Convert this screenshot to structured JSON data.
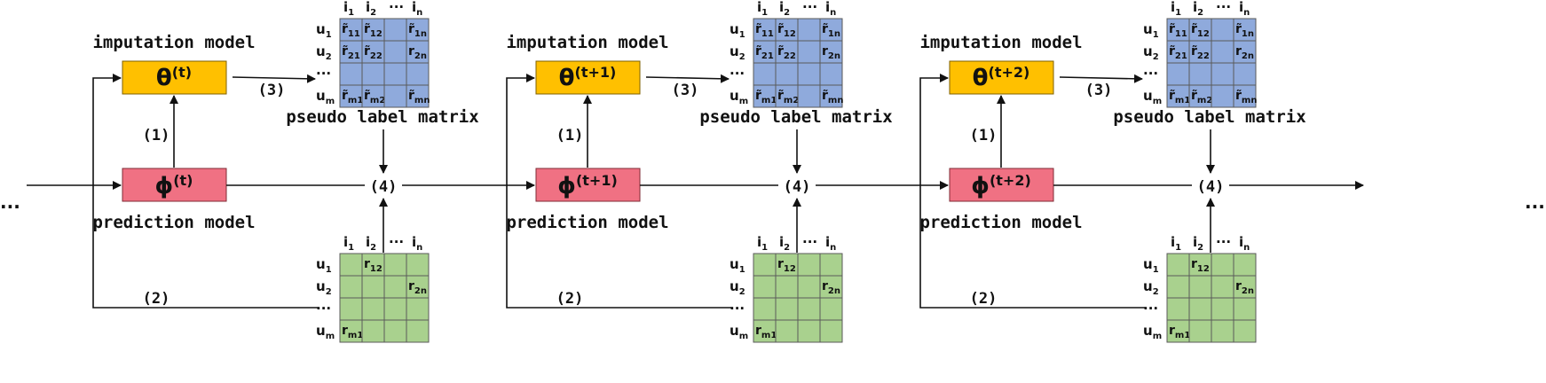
{
  "colors": {
    "imputation_box": "#ffc000",
    "prediction_box": "#f07183",
    "pseudo_matrix": "#8faadc",
    "observed_matrix": "#a9d18e",
    "grid_line": "#5a5a5a"
  },
  "labels": {
    "imputation_model": "imputation model",
    "prediction_model": "prediction model",
    "pseudo_label_matrix": "pseudo label matrix",
    "step1": "(1)",
    "step2": "(2)",
    "step3": "(3)",
    "step4": "(4)",
    "ellipsis": "···"
  },
  "theta_symbol": "θ",
  "phi_symbol": "ϕ",
  "matrix_headers": {
    "cols": [
      {
        "main": "i",
        "sub": "1"
      },
      {
        "main": "i",
        "sub": "2"
      },
      {
        "main": "···",
        "sub": ""
      },
      {
        "main": "i",
        "sub": "n"
      }
    ],
    "rows": [
      {
        "main": "u",
        "sub": "1"
      },
      {
        "main": "u",
        "sub": "2"
      },
      {
        "main": "···",
        "sub": ""
      },
      {
        "main": "u",
        "sub": "m"
      }
    ]
  },
  "pseudo_cells": [
    [
      {
        "main": "r̃",
        "sub": "11"
      },
      {
        "main": "r̃",
        "sub": "12"
      },
      null,
      {
        "main": "r̃",
        "sub": "1n"
      }
    ],
    [
      {
        "main": "r̃",
        "sub": "21"
      },
      {
        "main": "r̃",
        "sub": "22"
      },
      null,
      {
        "main": "r",
        "sub": "2n"
      }
    ],
    [
      null,
      null,
      null,
      null
    ],
    [
      {
        "main": "r̃",
        "sub": "m1"
      },
      {
        "main": "r̃",
        "sub": "m2"
      },
      null,
      {
        "main": "r̃",
        "sub": "mn"
      }
    ]
  ],
  "observed_cells": [
    [
      null,
      {
        "main": "r",
        "sub": "12"
      },
      null,
      null
    ],
    [
      null,
      null,
      null,
      {
        "main": "r",
        "sub": "2n"
      }
    ],
    [
      null,
      null,
      null,
      null
    ],
    [
      {
        "main": "r",
        "sub": "m1"
      },
      null,
      null,
      null
    ]
  ],
  "stages": [
    {
      "superscript": "(t)"
    },
    {
      "superscript": "(t+1)"
    },
    {
      "superscript": "(t+2)"
    }
  ]
}
